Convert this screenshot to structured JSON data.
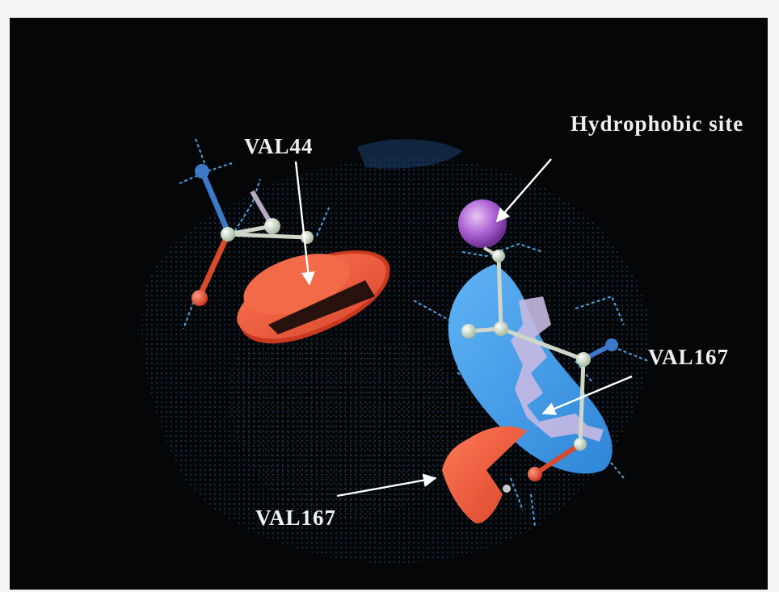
{
  "labels": {
    "val44": "VAL44",
    "hydrophobic": "Hydrophobic site",
    "val167_right": "VAL167",
    "val167_bottom": "VAL167"
  },
  "colors": {
    "background": "#050607",
    "acceptor_surface": "#ef5a3a",
    "hydrophobic_surface": "#3f9be6",
    "hydrophobic_site_sphere": "#b064d6",
    "dot_surface": "#2b5d9a",
    "label": "#eef0f2"
  }
}
